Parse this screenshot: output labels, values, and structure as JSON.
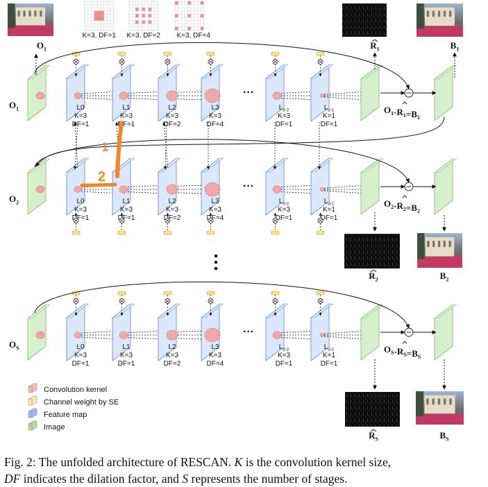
{
  "rows": [
    {
      "input_label_main": "O",
      "input_label_sub": "1",
      "equation": {
        "o": "O",
        "r": "R",
        "b": "B",
        "sub": "1"
      },
      "layers": [
        {
          "name_main": "L0",
          "name_sub": "",
          "k": "K=3",
          "df": "DF=1"
        },
        {
          "name_main": "L1",
          "name_sub": "",
          "k": "K=3",
          "df": "DF=1"
        },
        {
          "name_main": "L2",
          "name_sub": "",
          "k": "K=3",
          "df": "DF=2"
        },
        {
          "name_main": "L3",
          "name_sub": "",
          "k": "K=3",
          "df": "DF=4"
        },
        {
          "name_main": "L",
          "name_sub": "d-2",
          "k": "K=3",
          "df": "DF=1"
        },
        {
          "name_main": "L",
          "name_sub": "d-1",
          "k": "K=1",
          "df": "DF=1"
        }
      ]
    },
    {
      "input_label_main": "O",
      "input_label_sub": "2",
      "equation": {
        "o": "O",
        "r": "R",
        "b": "B",
        "sub": "2"
      },
      "layers": [
        {
          "name_main": "L0",
          "name_sub": "",
          "k": "K=3",
          "df": "DF=1"
        },
        {
          "name_main": "L1",
          "name_sub": "",
          "k": "K=3",
          "df": "DF=1"
        },
        {
          "name_main": "L2",
          "name_sub": "",
          "k": "K=3",
          "df": "DF=2"
        },
        {
          "name_main": "L3",
          "name_sub": "",
          "k": "K=3",
          "df": "DF=4"
        },
        {
          "name_main": "L",
          "name_sub": "d-2",
          "k": "K=3",
          "df": "DF=1"
        },
        {
          "name_main": "L",
          "name_sub": "d-1",
          "k": "K=1",
          "df": "DF=1"
        }
      ]
    },
    {
      "input_label_main": "O",
      "input_label_sub": "S",
      "equation": {
        "o": "O",
        "r": "R",
        "b": "B",
        "sub": "S"
      },
      "layers": [
        {
          "name_main": "L0",
          "name_sub": "",
          "k": "K=3",
          "df": "DF=1"
        },
        {
          "name_main": "L1",
          "name_sub": "",
          "k": "K=3",
          "df": "DF=1"
        },
        {
          "name_main": "L2",
          "name_sub": "",
          "k": "K=3",
          "df": "DF=2"
        },
        {
          "name_main": "L3",
          "name_sub": "",
          "k": "K=3",
          "df": "DF=4"
        },
        {
          "name_main": "L",
          "name_sub": "d-2",
          "k": "K=3",
          "df": "DF=1"
        },
        {
          "name_main": "L",
          "name_sub": "d-1",
          "k": "K=1",
          "df": "DF=1"
        }
      ]
    }
  ],
  "ellipsis": "···",
  "kernel_grids": [
    {
      "label": "K=3, DF=1"
    },
    {
      "label": "K=3, DF=2"
    },
    {
      "label": "K=3, DF=4"
    }
  ],
  "thumbnails": {
    "o1": {
      "main": "O",
      "sub": "1"
    },
    "r1": {
      "main": "R",
      "sub": "1"
    },
    "b1": {
      "main": "B",
      "sub": "1"
    },
    "r2": {
      "main": "R",
      "sub": "2"
    },
    "b2": {
      "main": "B",
      "sub": "2"
    },
    "rs": {
      "main": "R",
      "sub": "S"
    },
    "bs": {
      "main": "B",
      "sub": "S"
    }
  },
  "annotations": {
    "mark_1": "1",
    "mark_2": "2"
  },
  "legend": [
    {
      "icon": "convolution-kernel-icon",
      "label": "Convolution kernel",
      "color": "#f7b3b3"
    },
    {
      "icon": "channel-weight-icon",
      "label": "Channel weight by SE",
      "color": "#fde79a"
    },
    {
      "icon": "feature-map-icon",
      "label": "Feature map",
      "color": "#8fb6ef"
    },
    {
      "icon": "image-icon",
      "label": "Image",
      "color": "#a9d59a"
    }
  ],
  "caption": {
    "prefix": "Fig. 2: The unfolded architecture of RESCAN.",
    "k_var": "K",
    "k_text": "is the convolution kernel size,",
    "df_var": "DF",
    "df_text": "indicates the dilation factor, and",
    "s_var": "S",
    "s_text": "represents the number of stages."
  },
  "colors": {
    "feature_map_face": "#dbe8fb",
    "feature_map_edge": "#5f86c9",
    "image_face": "#d6efcc",
    "image_edge": "#7fb36c",
    "kernel": "#f3a3a3",
    "se_weight": "#fbe08a",
    "annotation": "#f4862a"
  }
}
